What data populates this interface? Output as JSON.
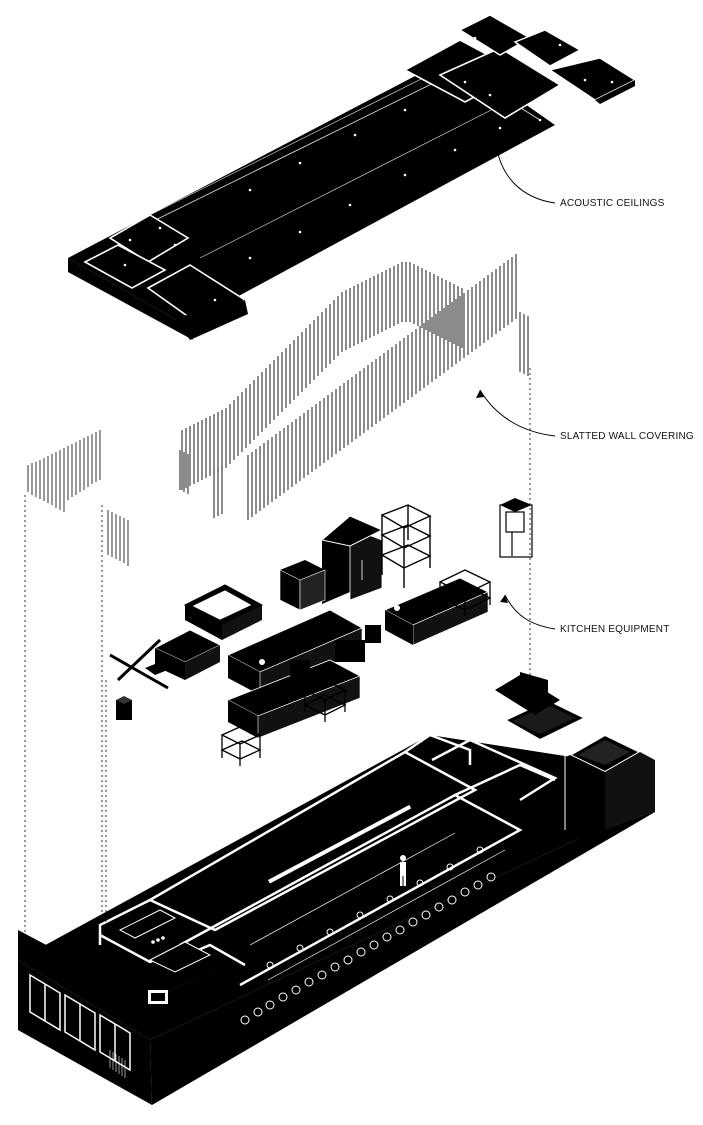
{
  "callouts": {
    "ceilings": "ACOUSTIC CEILINGS",
    "slats": "SLATTED WALL COVERING",
    "kitchen": "KITCHEN EQUIPMENT"
  },
  "colors": {
    "ink": "#000000",
    "paper": "#ffffff",
    "edge": "#e8e8e8"
  },
  "counts": {
    "bar_stools": 26
  }
}
